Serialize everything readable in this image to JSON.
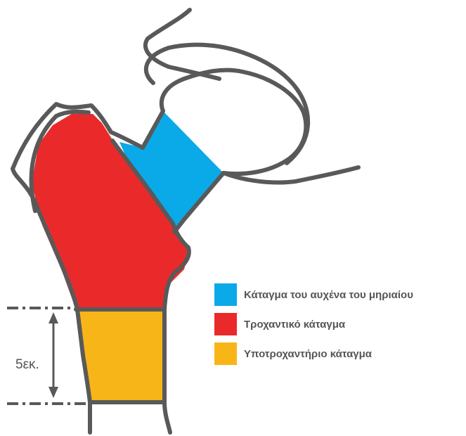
{
  "diagram": {
    "measure_label": "5εκ."
  },
  "legend": [
    {
      "label": "Κάταγμα του αυχένα του  μηριαίου",
      "color": "#0aa9e8"
    },
    {
      "label": "Τροχαντικό κάταγμα",
      "color": "#ea2a2a"
    },
    {
      "label": "Υποτροχαντήριο κάταγμα",
      "color": "#f8b518"
    }
  ],
  "colors": {
    "outline": "#595959",
    "neck_region": "#0aa9e8",
    "trochanteric_region": "#ea2a2a",
    "subtrochanteric_region": "#f8b518"
  }
}
